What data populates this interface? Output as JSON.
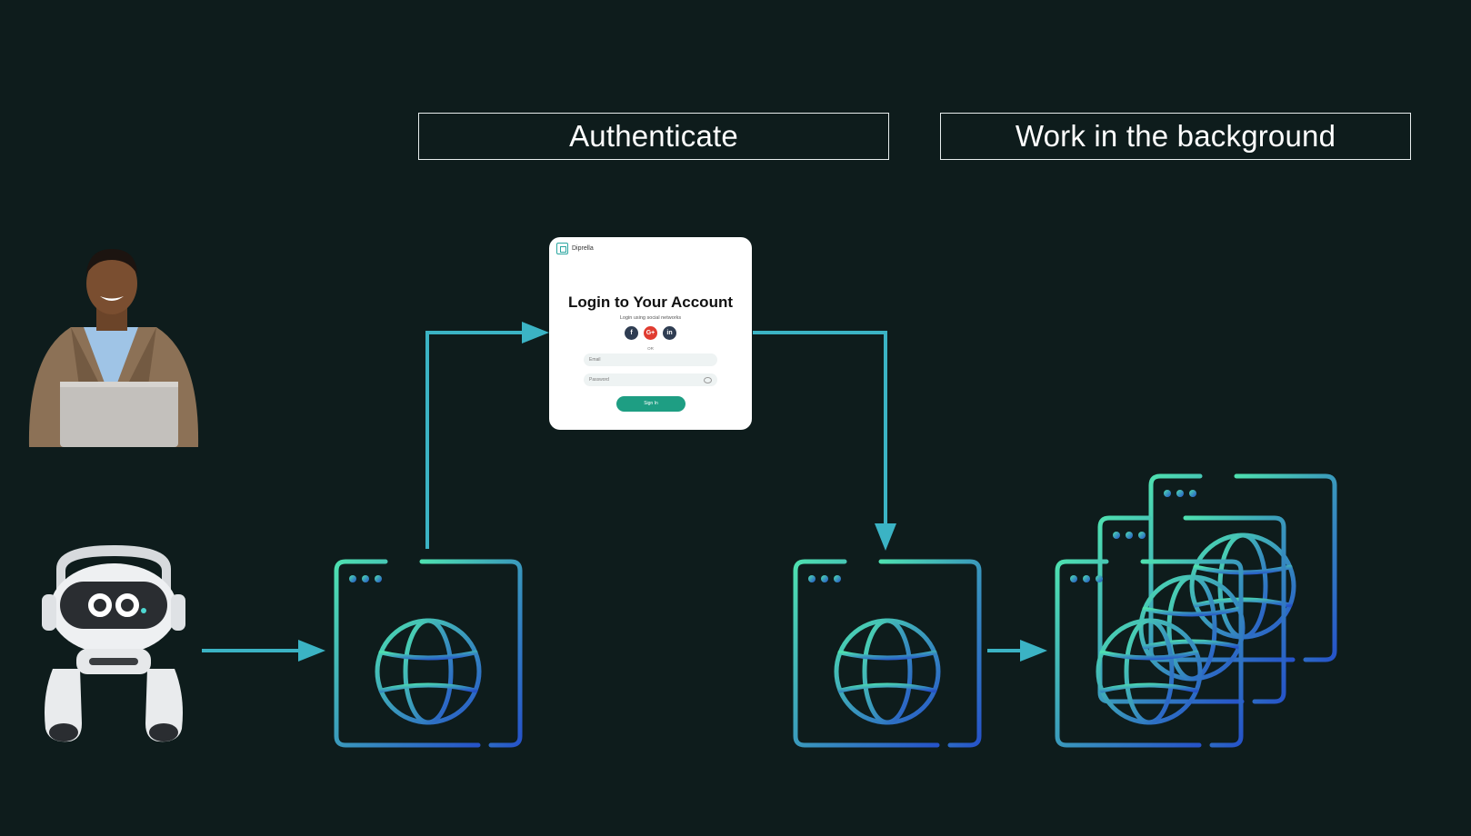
{
  "labels": {
    "authenticate": "Authenticate",
    "background": "Work in the background"
  },
  "login_card": {
    "brand": "Diprella",
    "title": "Login to Your Account",
    "subtitle": "Login using social networks",
    "social": [
      "f",
      "G+",
      "in"
    ],
    "or": "OR",
    "email_placeholder": "Email",
    "password_placeholder": "Password",
    "signin": "Sign In"
  },
  "colors": {
    "background": "#0e1c1c",
    "arrow": "#3bb3c4",
    "gradient_start": "#4ee0b0",
    "gradient_end": "#2653c9",
    "signin_button": "#1e9e83"
  }
}
